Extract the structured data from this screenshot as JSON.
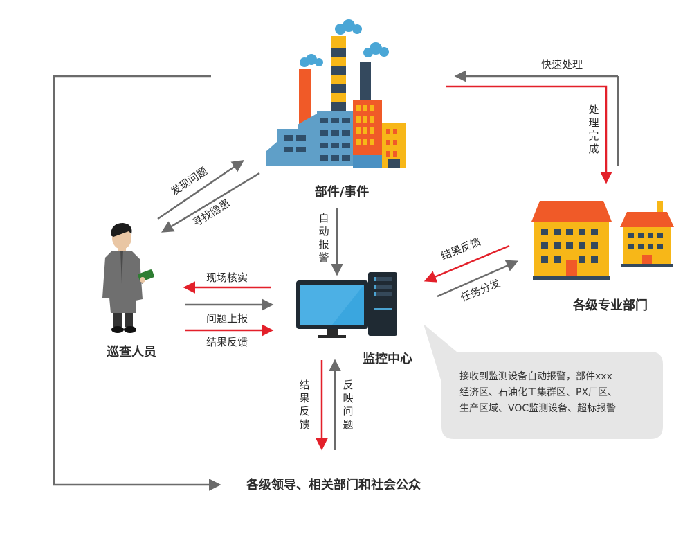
{
  "nodes": {
    "factory": "部件/事件",
    "inspector": "巡查人员",
    "monitor": "监控中心",
    "departments": "各级专业部门",
    "public": "各级领导、相关部门和社会公众"
  },
  "arrows": {
    "quick_handle": "快速处理",
    "handle_done": [
      "处",
      "理",
      "完",
      "成"
    ],
    "find_problem": "发现问题",
    "seek_hazard": "寻找隐患",
    "auto_alarm": [
      "自",
      "动",
      "报",
      "警"
    ],
    "result_feedback_dept": "结果反馈",
    "task_dispatch": "任务分发",
    "onsite_verify": "现场核实",
    "problem_report": "问题上报",
    "result_feedback_insp": "结果反馈",
    "result_feedback_public": [
      "结",
      "果",
      "反",
      "馈"
    ],
    "reflect_problem": [
      "反",
      "映",
      "问",
      "题"
    ]
  },
  "callout": {
    "lines": [
      "接收到监测设备自动报警，部件xxx",
      "经济区、石油化工集群区、PX厂区、",
      "生产区域、VOC监测设备、超标报警"
    ]
  },
  "colors": {
    "arrow_gray": "#6b6b6b",
    "arrow_red": "#e3202a",
    "orange": "#f05a28",
    "yellow": "#f7b718",
    "navy": "#34495e",
    "sky": "#4ba3d1"
  }
}
